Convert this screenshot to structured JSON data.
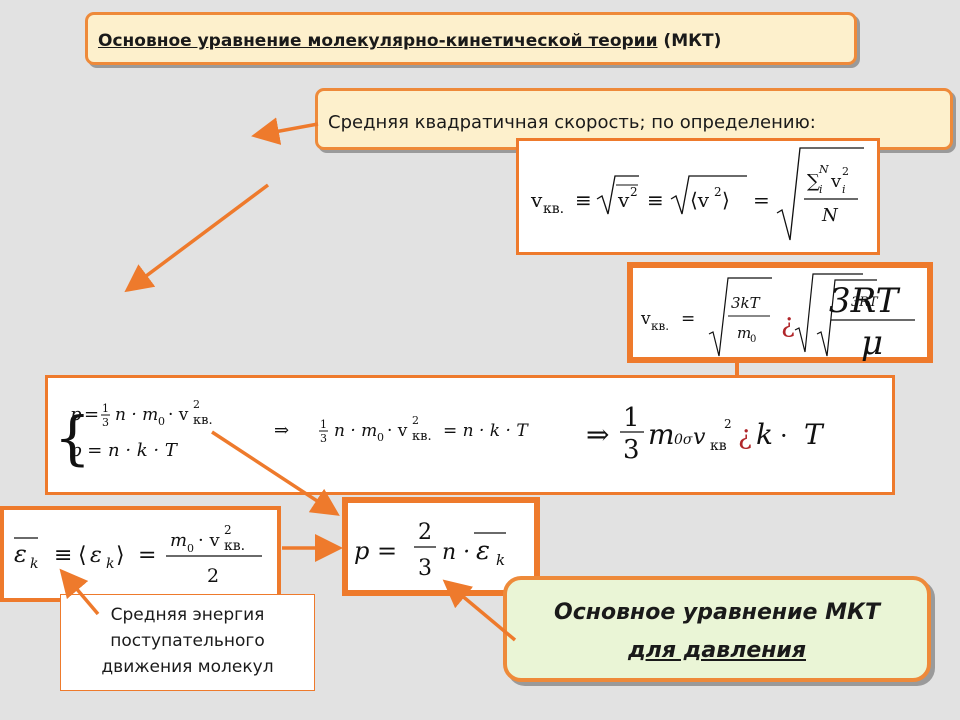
{
  "title": {
    "underlined": "Основное уравнение молекулярно-кинетической теории",
    "suffix": " (МКТ)"
  },
  "definition": {
    "text": "Средняя квадратичная скорость; по определению:"
  },
  "formulas": {
    "sub_kv": "кв.",
    "rms_lhs": "v",
    "sum_numer": "∑",
    "sum_denom": "N",
    "three_kT": "3kT",
    "m0": "m",
    "three_RT": "3RT",
    "T": "T",
    "mu": "μ",
    "system_p1": "p = ",
    "system_p2": "p = n · k · T",
    "implies": "⇒",
    "kin_energy": "ε",
    "two": "2",
    "three": "3",
    "pressure_lhs": "p ="
  },
  "caption": {
    "lines": [
      "Средняя энергия",
      "поступательного",
      "движения молекул"
    ]
  },
  "main_label": {
    "line1": "Основное уравнение МКТ",
    "line2": "для давления"
  },
  "colors": {
    "accent_orange": "#ee7a2c",
    "title_fill": "#fdf0cc",
    "main_fill": "#eaf5d6",
    "background": "#e2e2e2",
    "glitch_red": "#b0262a"
  }
}
